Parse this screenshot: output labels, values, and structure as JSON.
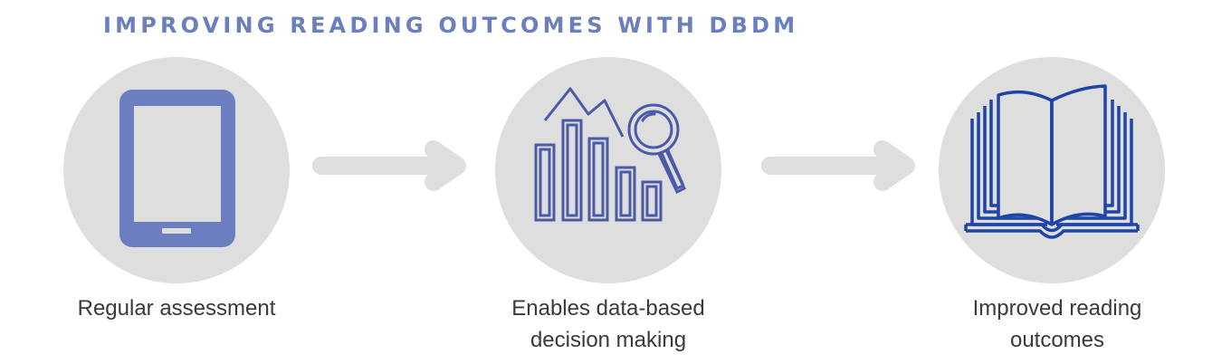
{
  "title": "IMPROVING READING OUTCOMES WITH DBDM",
  "colors": {
    "title": "#6b7fc0",
    "circle": "#dededf",
    "arrow": "#dededf",
    "tablet": "#6b7fc0",
    "chart": "#4a5aa8",
    "book": "#1e44a8",
    "caption": "#3a3a3a"
  },
  "steps": [
    {
      "icon": "tablet-icon",
      "lines": [
        "Regular assessment"
      ]
    },
    {
      "icon": "chart-magnifier-icon",
      "lines": [
        "Enables data-based",
        "decision making"
      ]
    },
    {
      "icon": "open-book-icon",
      "lines": [
        "Improved reading",
        "outcomes"
      ]
    }
  ]
}
